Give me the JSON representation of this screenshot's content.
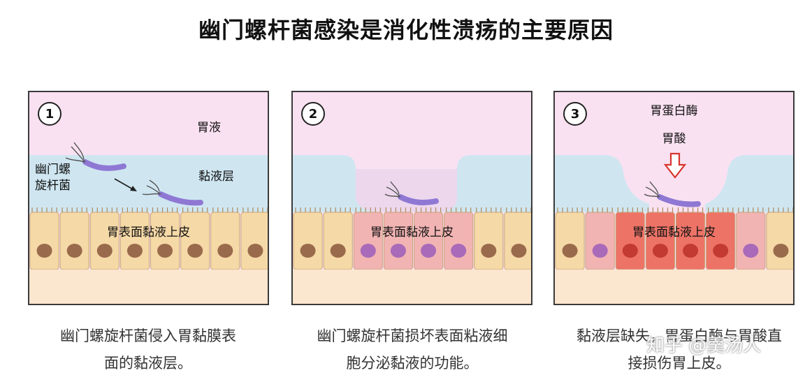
{
  "title": "幽门螺杆菌感染是消化性溃疡的主要原因",
  "panels": [
    {
      "number": "1",
      "labels": {
        "gastric_juice": "胃液",
        "mucus_layer": "黏液层",
        "bacterium": "幽门螺旋杆菌",
        "epithelium": "胃表面黏液上皮"
      },
      "caption": "幽门螺旋杆菌侵入胃黏膜表面的黏液层。"
    },
    {
      "number": "2",
      "labels": {
        "epithelium": "胃表面黏液上皮"
      },
      "caption": "幽门螺旋杆菌损坏表面粘液细胞分泌黏液的功能。"
    },
    {
      "number": "3",
      "labels": {
        "pepsin": "胃蛋白酶",
        "gastric_acid": "胃酸",
        "epithelium": "胃表面黏液上皮"
      },
      "caption": "黏液层缺失，胃蛋白酶与胃酸直接损伤胃上皮。"
    }
  ],
  "colors": {
    "gastric_juice": "#f9e1f1",
    "mucus": "#cfe6f1",
    "cell_normal": "#f5d9a6",
    "cell_damaged": "#f2b3b3",
    "cell_severe": "#ee7367",
    "nucleus_normal": "#9a6a4c",
    "nucleus_damaged": "#a86ab9",
    "nucleus_severe": "#c23a32",
    "bacterium": "#8f78d4"
  },
  "watermark": "知乎 @羹汤人"
}
